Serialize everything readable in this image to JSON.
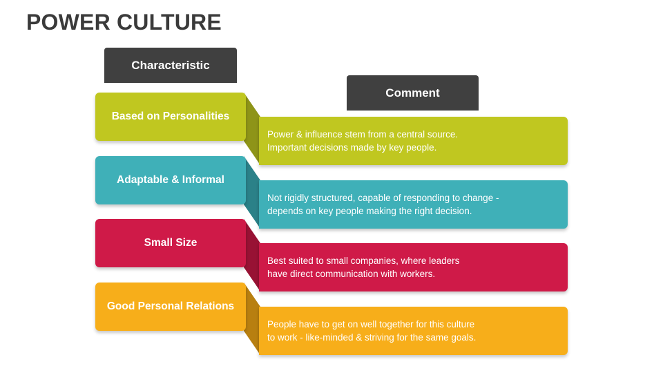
{
  "title": "POWER CULTURE",
  "headers": {
    "characteristic": "Characteristic",
    "comment": "Comment"
  },
  "rows": [
    {
      "label": "Based on Personalities",
      "comment": "Power & influence stem from a central source.\nImportant decisions made by key people.",
      "color": "#C0C720",
      "shade": "#8E9418"
    },
    {
      "label": "Adaptable & Informal",
      "comment": "Not rigidly structured, capable of responding to change -\ndepends on key people making the right decision.",
      "color": "#3FB0B8",
      "shade": "#2B8188"
    },
    {
      "label": "Small Size",
      "comment": "Best suited to small companies, where leaders\nhave direct communication with workers.",
      "color": "#CF1A48",
      "shade": "#981234"
    },
    {
      "label": "Good Personal Relations",
      "comment": "People have to get on well together for this culture\nto work - like-minded & striving for the same goals.",
      "color": "#F7AE1A",
      "shade": "#B87F10"
    }
  ]
}
